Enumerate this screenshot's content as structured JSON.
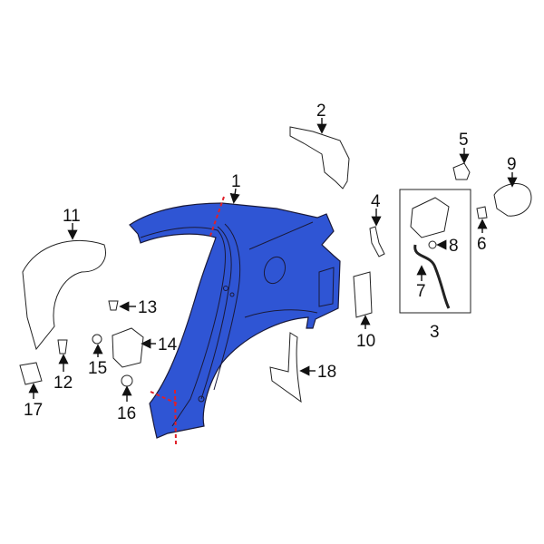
{
  "colors": {
    "highlight": "#2f55d4",
    "cut_line": "#e0202a",
    "outline": "#222222"
  },
  "callouts": [
    {
      "id": "1",
      "text": "1"
    },
    {
      "id": "2",
      "text": "2"
    },
    {
      "id": "3",
      "text": "3"
    },
    {
      "id": "4",
      "text": "4"
    },
    {
      "id": "5",
      "text": "5"
    },
    {
      "id": "6",
      "text": "6"
    },
    {
      "id": "7",
      "text": "7"
    },
    {
      "id": "8",
      "text": "8"
    },
    {
      "id": "9",
      "text": "9"
    },
    {
      "id": "10",
      "text": "10"
    },
    {
      "id": "11",
      "text": "11"
    },
    {
      "id": "12",
      "text": "12"
    },
    {
      "id": "13",
      "text": "13"
    },
    {
      "id": "14",
      "text": "14"
    },
    {
      "id": "15",
      "text": "15"
    },
    {
      "id": "16",
      "text": "16"
    },
    {
      "id": "17",
      "text": "17"
    },
    {
      "id": "18",
      "text": "18"
    }
  ]
}
